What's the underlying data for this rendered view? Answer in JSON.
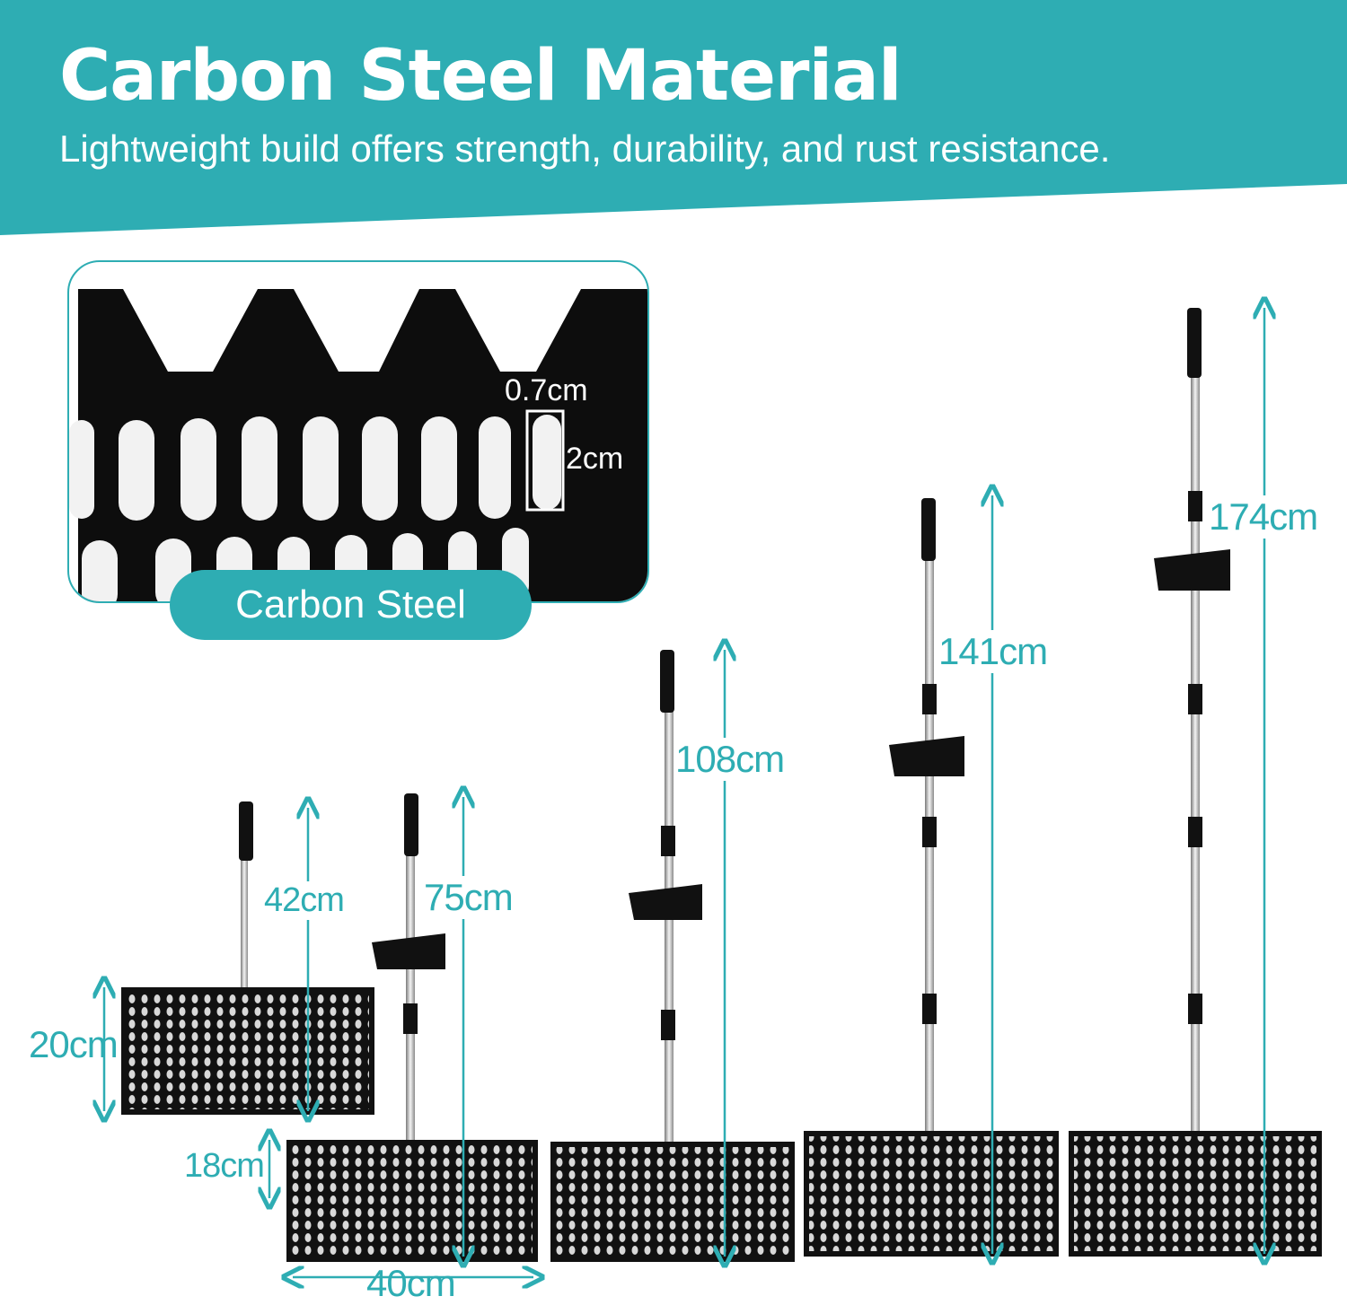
{
  "header": {
    "title": "Carbon Steel Material",
    "subtitle": "Lightweight build offers strength, durability, and rust resistance."
  },
  "closeup": {
    "label": "Carbon Steel",
    "slot_width": "0.7cm",
    "slot_height": "2cm"
  },
  "dimensions": {
    "basket_height_a": "20cm",
    "basket_height_b": "18cm",
    "basket_width": "40cm",
    "length_1": "42cm",
    "length_2": "75cm",
    "length_3": "108cm",
    "length_4": "141cm",
    "length_5": "174cm"
  },
  "colors": {
    "accent": "#2eadb3",
    "product": "#111111"
  }
}
